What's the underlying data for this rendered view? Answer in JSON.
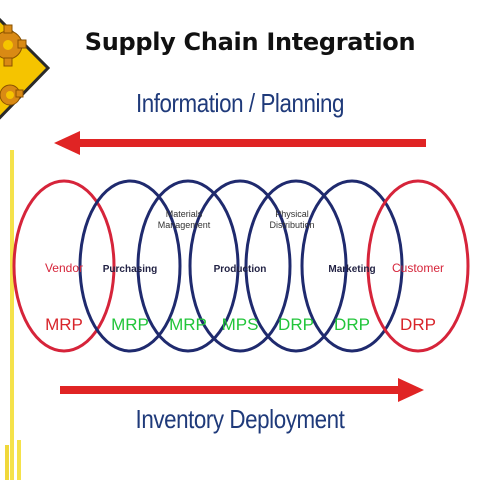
{
  "title": "Supply Chain Integration",
  "info_flow_label": "Information / Planning",
  "inventory_flow_label": "Inventory Deployment",
  "colors": {
    "arrow": "#e02424",
    "ring_blue": "#1f2a6e",
    "ring_red": "#d6243a",
    "plan_green": "#22c53a",
    "plan_red": "#d8242a",
    "label_blue": "#1f3a7a",
    "logo_yellow": "#f5c400"
  },
  "logo": {
    "icon": "gear-warning-icon"
  },
  "stages": [
    {
      "name": "Vendor",
      "plan": "MRP"
    },
    {
      "name": "Purchasing",
      "plan": "MRP"
    },
    {
      "name": "Materials Management",
      "name_lines": [
        "Materials",
        "Management"
      ],
      "plan": "MRP"
    },
    {
      "name": "Production",
      "plan": "MPS"
    },
    {
      "name": "Physical Distribution",
      "name_lines": [
        "Physical",
        "Distribution"
      ],
      "plan": "DRP"
    },
    {
      "name": "Marketing",
      "plan": "DRP"
    },
    {
      "name": "Customer",
      "plan": "DRP"
    }
  ]
}
